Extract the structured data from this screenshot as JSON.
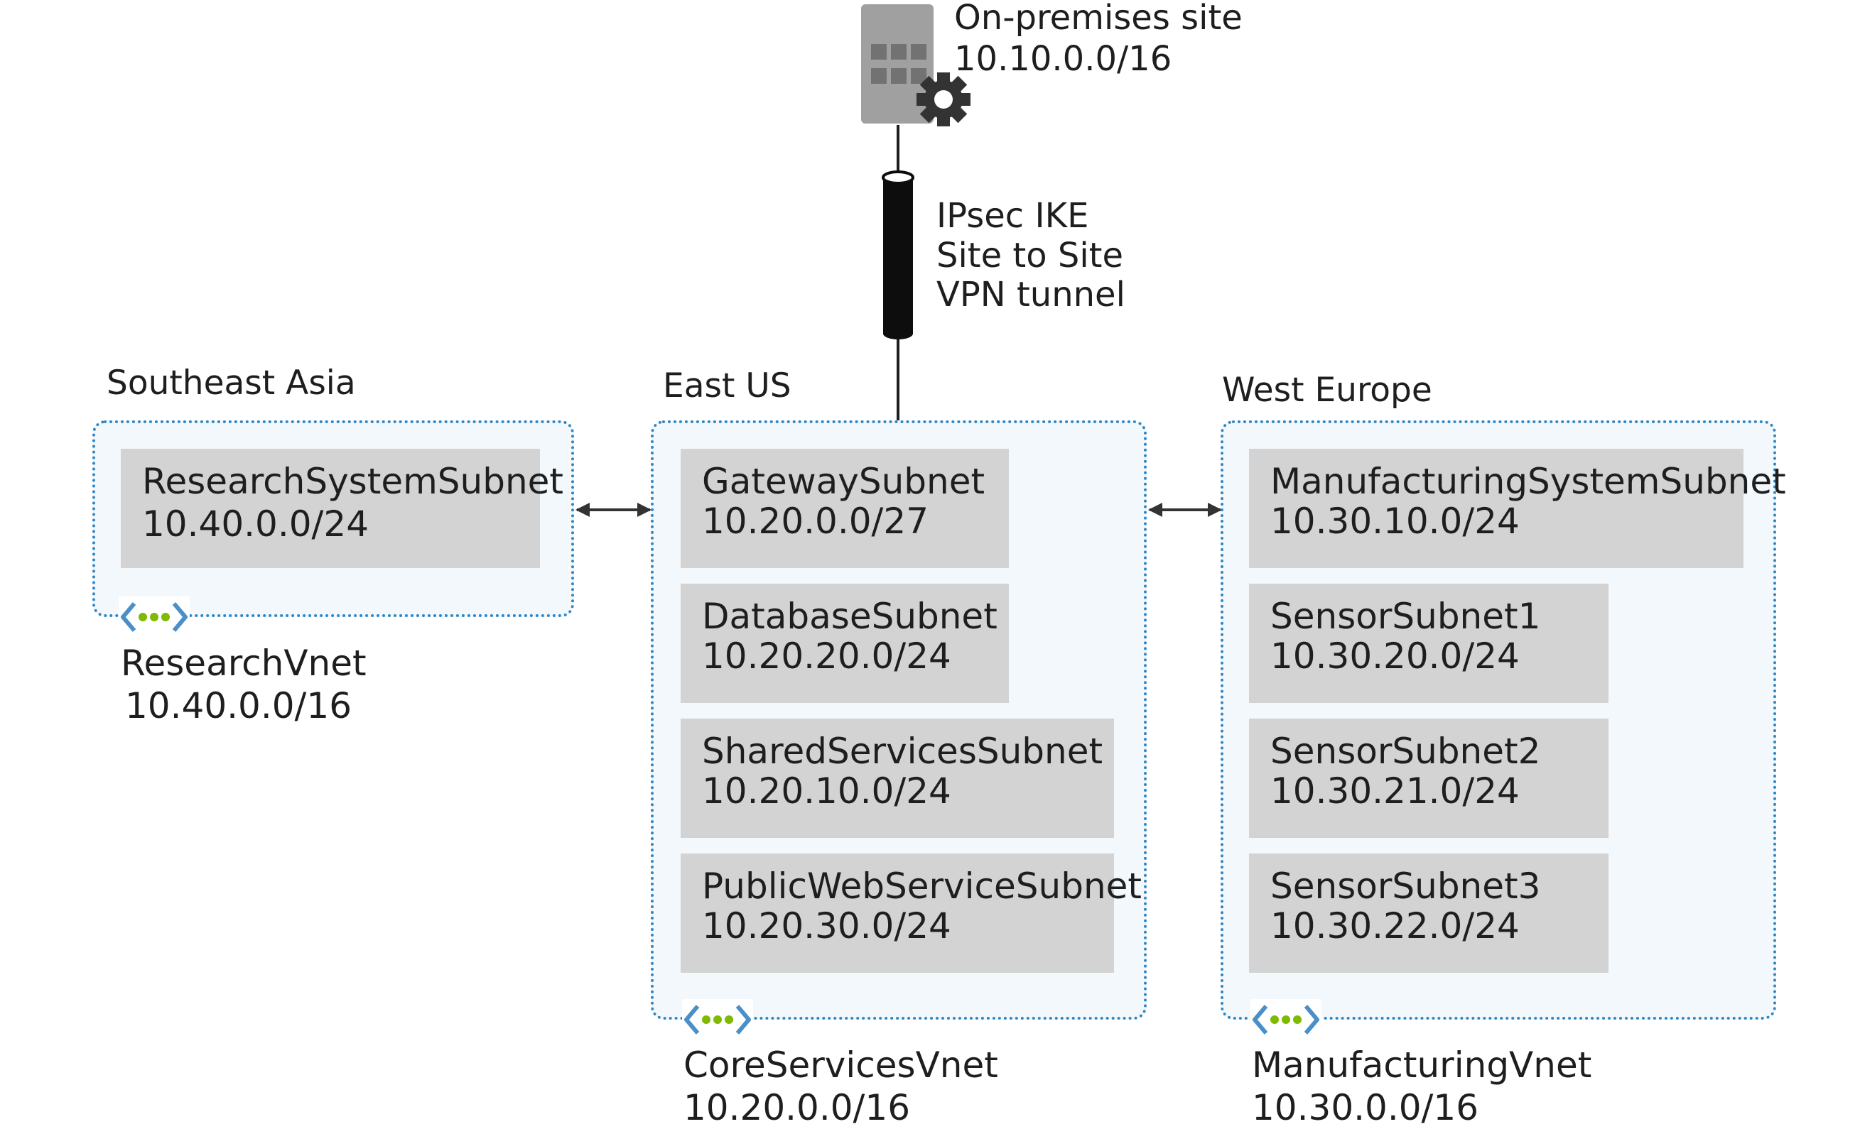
{
  "onprem": {
    "name": "On-premises site",
    "cidr": "10.10.0.0/16"
  },
  "tunnel": {
    "line1": "IPsec IKE",
    "line2": "Site to Site",
    "line3": "VPN tunnel"
  },
  "regions": {
    "southeast_asia": "Southeast Asia",
    "east_us": "East US",
    "west_europe": "West Europe"
  },
  "vnets": {
    "research": {
      "name": "ResearchVnet",
      "cidr": "10.40.0.0/16",
      "subnets": [
        {
          "name": "ResearchSystemSubnet",
          "cidr": "10.40.0.0/24"
        }
      ]
    },
    "core": {
      "name": "CoreServicesVnet",
      "cidr": "10.20.0.0/16",
      "subnets": [
        {
          "name": "GatewaySubnet",
          "cidr": "10.20.0.0/27"
        },
        {
          "name": "DatabaseSubnet",
          "cidr": "10.20.20.0/24"
        },
        {
          "name": "SharedServicesSubnet",
          "cidr": "10.20.10.0/24"
        },
        {
          "name": "PublicWebServiceSubnet",
          "cidr": "10.20.30.0/24"
        }
      ]
    },
    "manufacturing": {
      "name": "ManufacturingVnet",
      "cidr": "10.30.0.0/16",
      "subnets": [
        {
          "name": "ManufacturingSystemSubnet",
          "cidr": "10.30.10.0/24"
        },
        {
          "name": "SensorSubnet1",
          "cidr": "10.30.20.0/24"
        },
        {
          "name": "SensorSubnet2",
          "cidr": "10.30.21.0/24"
        },
        {
          "name": "SensorSubnet3",
          "cidr": "10.30.22.0/24"
        }
      ]
    }
  },
  "colors": {
    "vnet_border": "#2f86c4",
    "vnet_fill": "#f3f8fc",
    "subnet_fill": "#d3d3d3",
    "vnet_icon_dots": "#7fba00",
    "building": "#a0a0a0"
  },
  "icons": {
    "onprem": "server-building-gear-icon",
    "tunnel": "vpn-tunnel-icon",
    "vnet": "virtual-network-icon",
    "peering": "double-arrow-icon"
  }
}
